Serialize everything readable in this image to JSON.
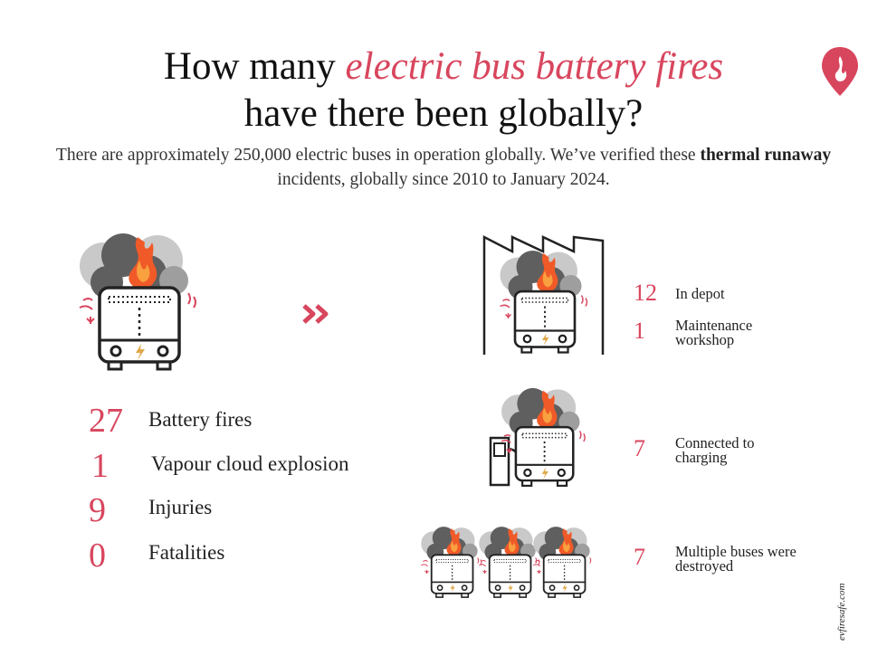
{
  "header": {
    "title_line1_prefix": "How many ",
    "title_line1_accent": "electric bus battery fires",
    "title_line2": "have there been globally?",
    "subtitle_part1": "There are approximately 250,000 electric buses in operation globally. We’ve verified these ",
    "subtitle_bold": "thermal runaway",
    "subtitle_part2": " incidents, globally since 2010 to January 2024."
  },
  "colors": {
    "accent": "#d8465e",
    "flame": "#f05a28",
    "smoke": "#6b6b6b",
    "text": "#1a1a1a"
  },
  "icons": {
    "logo": "flame-pin-icon",
    "bus": "burning-bus-icon",
    "arrow": "double-chevron-right-icon",
    "depot": "factory-depot-icon",
    "charger": "charging-station-icon"
  },
  "totals": [
    {
      "value": "27",
      "label": "Battery fires"
    },
    {
      "value": "1",
      "label": "Vapour cloud explosion"
    },
    {
      "value": "9",
      "label": "Injuries"
    },
    {
      "value": "0",
      "label": "Fatalities"
    }
  ],
  "locations": [
    {
      "value": "12",
      "label": "In depot"
    },
    {
      "value": "1",
      "label": "Maintenance workshop"
    },
    {
      "value": "7",
      "label": "Connected to charging"
    },
    {
      "value": "7",
      "label": "Multiple buses were destroyed"
    }
  ],
  "footer": {
    "site": "evfiresafe.com"
  }
}
